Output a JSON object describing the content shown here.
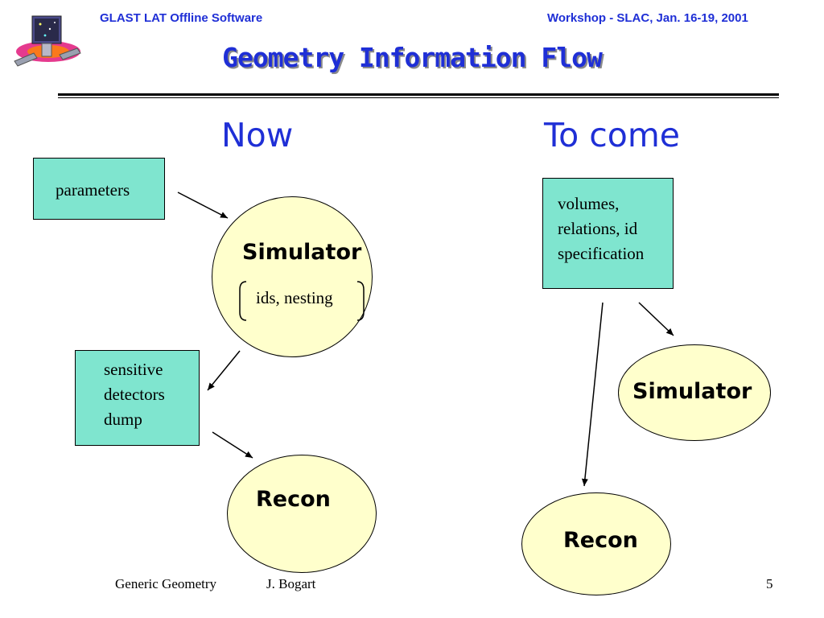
{
  "header": {
    "left": "GLAST LAT Offline Software",
    "right": "Workshop - SLAC, Jan. 16-19, 2001"
  },
  "title": "Geometry Information Flow",
  "columns": {
    "now": "Now",
    "to_come": "To come"
  },
  "now": {
    "parameters_box": "parameters",
    "simulator": "Simulator",
    "simulator_note": "ids, nesting",
    "sensitive_box": [
      "sensitive",
      "detectors",
      "dump"
    ],
    "recon": "Recon"
  },
  "to_come": {
    "volumes_box": [
      "volumes,",
      "relations, id",
      "specification"
    ],
    "simulator": "Simulator",
    "recon": "Recon"
  },
  "footer": {
    "topic": "Generic Geometry",
    "author": "J. Bogart",
    "page": "5"
  },
  "colors": {
    "heading_blue": "#1f2fd6",
    "box_teal": "#7fe5cf",
    "ellipse_yellow": "#ffffcc"
  },
  "icons": {
    "logo": "glast-satellite-logo"
  }
}
